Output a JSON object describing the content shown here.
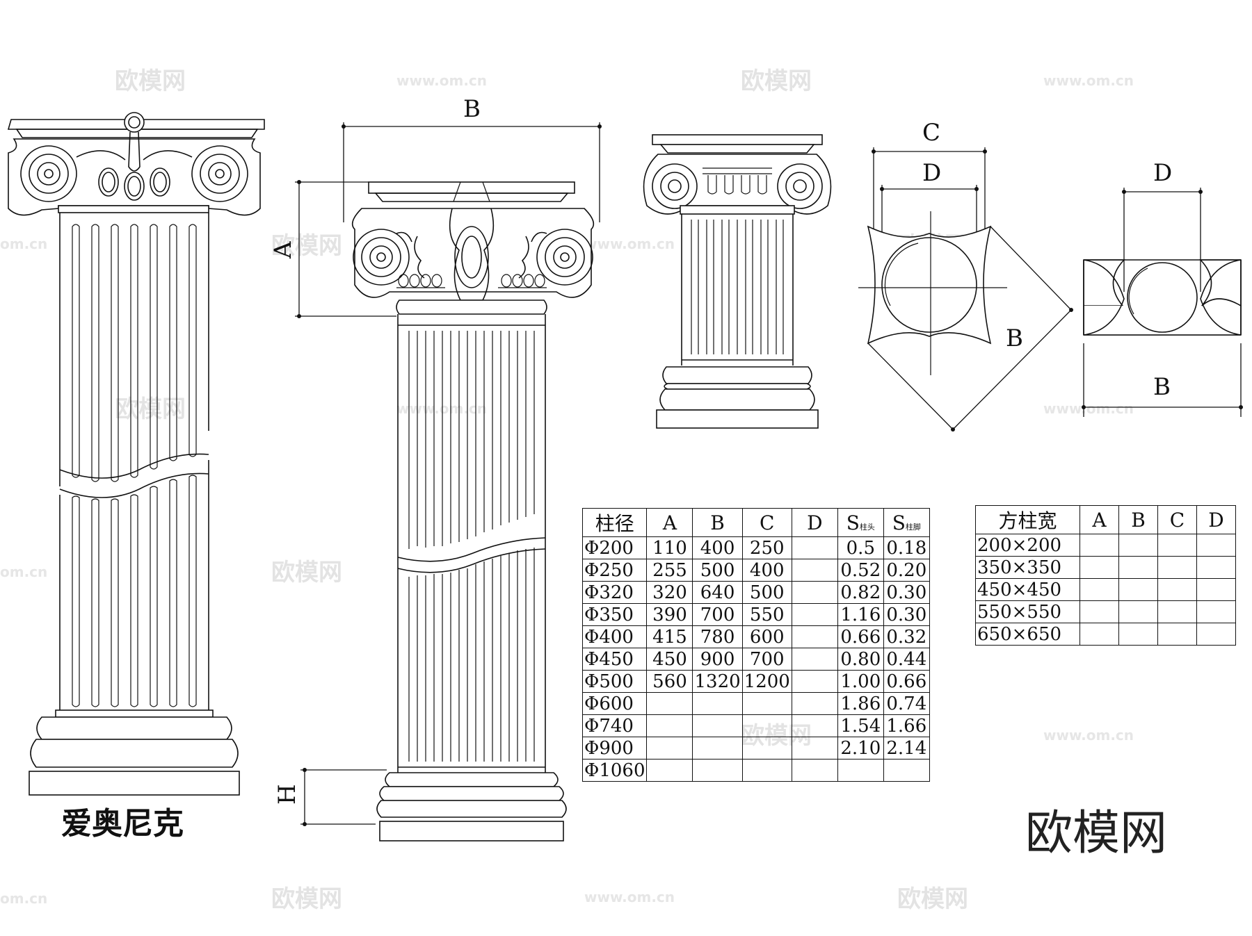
{
  "title": "爱奥尼克",
  "brand": "欧模网",
  "watermark": {
    "text": "欧模网",
    "url": "www.om.cn",
    "url_short": "om.cn"
  },
  "dimensions": {
    "A": "A",
    "B": "B",
    "C": "C",
    "D": "D",
    "H": "H"
  },
  "round_table": {
    "headers": [
      "柱径",
      "A",
      "B",
      "C",
      "D",
      "S",
      "S"
    ],
    "header_subscripts": [
      "",
      "",
      "",
      "",
      "",
      "柱头",
      "柱脚"
    ],
    "rows": [
      [
        "Φ200",
        "110",
        "400",
        "250",
        "",
        "0.5",
        "0.18"
      ],
      [
        "Φ250",
        "255",
        "500",
        "400",
        "",
        "0.52",
        "0.20"
      ],
      [
        "Φ320",
        "320",
        "640",
        "500",
        "",
        "0.82",
        "0.30"
      ],
      [
        "Φ350",
        "390",
        "700",
        "550",
        "",
        "1.16",
        "0.30"
      ],
      [
        "Φ400",
        "415",
        "780",
        "600",
        "",
        "0.66",
        "0.32"
      ],
      [
        "Φ450",
        "450",
        "900",
        "700",
        "",
        "0.80",
        "0.44"
      ],
      [
        "Φ500",
        "560",
        "1320",
        "1200",
        "",
        "1.00",
        "0.66"
      ],
      [
        "Φ600",
        "",
        "",
        "",
        "",
        "1.86",
        "0.74"
      ],
      [
        "Φ740",
        "",
        "",
        "",
        "",
        "1.54",
        "1.66"
      ],
      [
        "Φ900",
        "",
        "",
        "",
        "",
        "2.10",
        "2.14"
      ],
      [
        "Φ1060",
        "",
        "",
        "",
        "",
        "",
        ""
      ]
    ]
  },
  "square_table": {
    "headers": [
      "方柱宽",
      "A",
      "B",
      "C",
      "D"
    ],
    "rows": [
      [
        "200×200",
        "",
        "",
        "",
        ""
      ],
      [
        "350×350",
        "",
        "",
        "",
        ""
      ],
      [
        "450×450",
        "",
        "",
        "",
        ""
      ],
      [
        "550×550",
        "",
        "",
        "",
        ""
      ],
      [
        "650×650",
        "",
        "",
        "",
        ""
      ]
    ]
  }
}
